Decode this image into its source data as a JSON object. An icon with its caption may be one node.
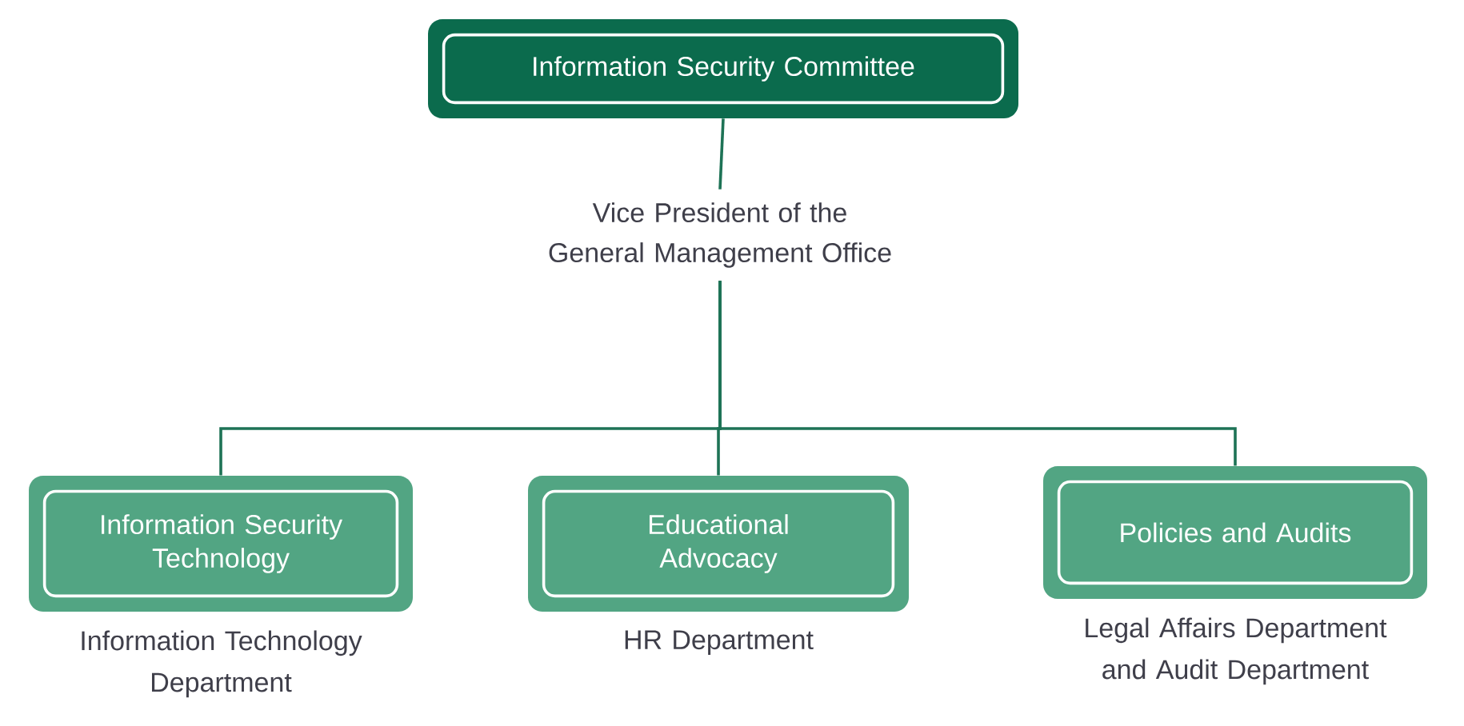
{
  "diagram": {
    "nodes": [
      {
        "text": [
          "Information Security Committee"
        ]
      },
      {
        "text": [
          "Vice President of the General Management Office"
        ]
      },
      {
        "text": [
          "Information Security Technology"
        ],
        "beside": [
          "Information Technology Department"
        ]
      },
      {
        "text": [
          "Educational Advocacy"
        ],
        "beside": [
          "HR Department"
        ]
      },
      {
        "text": [
          "Policies and Audits"
        ],
        "beside": [
          "Legal Affairs Department and Audit Department"
        ]
      }
    ],
    "edges": [
      {
        "from": 0,
        "to": 1,
        "arrow": "none"
      },
      {
        "from": 1,
        "to": 2,
        "arrow": "none"
      },
      {
        "from": 1,
        "to": 3,
        "arrow": "none"
      },
      {
        "from": 1,
        "to": 4,
        "arrow": "none"
      }
    ]
  }
}
